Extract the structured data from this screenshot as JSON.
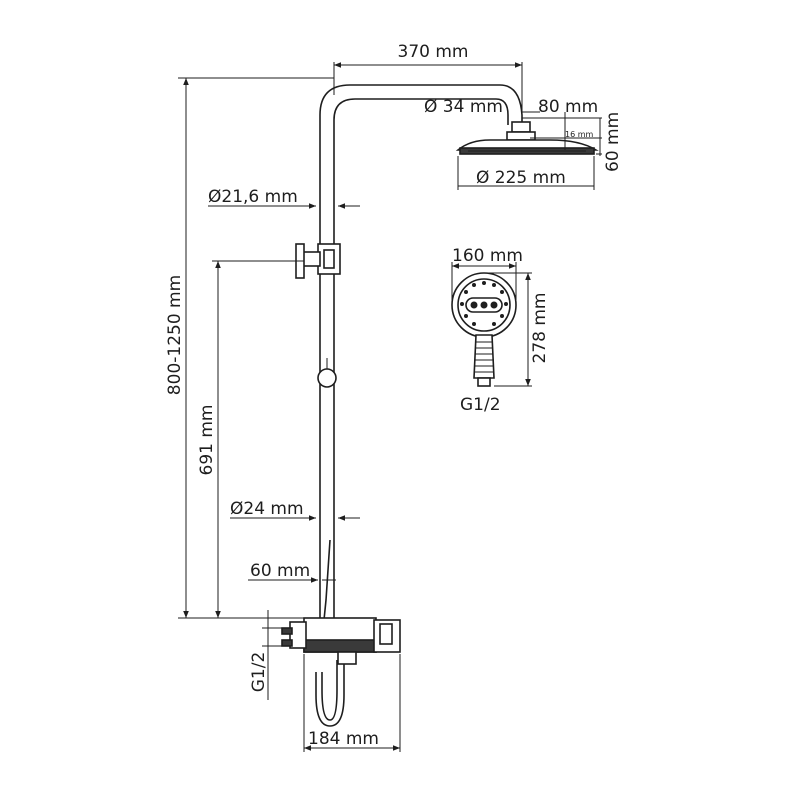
{
  "dimensions": {
    "arm_length": "370 mm",
    "arm_diameter": "Ø 34 mm",
    "head_offset": "80 mm",
    "head_height": "60 mm",
    "head_thickness": "16 mm",
    "head_diameter": "Ø 225 mm",
    "upper_pipe_diameter": "Ø21,6 mm",
    "total_height": "800-1250 mm",
    "holder_height": "691 mm",
    "lower_pipe_diameter": "Ø24 mm",
    "mixer_offset": "60 mm",
    "inlet_thread": "G1/2",
    "mixer_width": "184 mm",
    "hand_shower_width": "160 mm",
    "hand_shower_length": "278 mm",
    "hand_shower_thread": "G1/2"
  }
}
